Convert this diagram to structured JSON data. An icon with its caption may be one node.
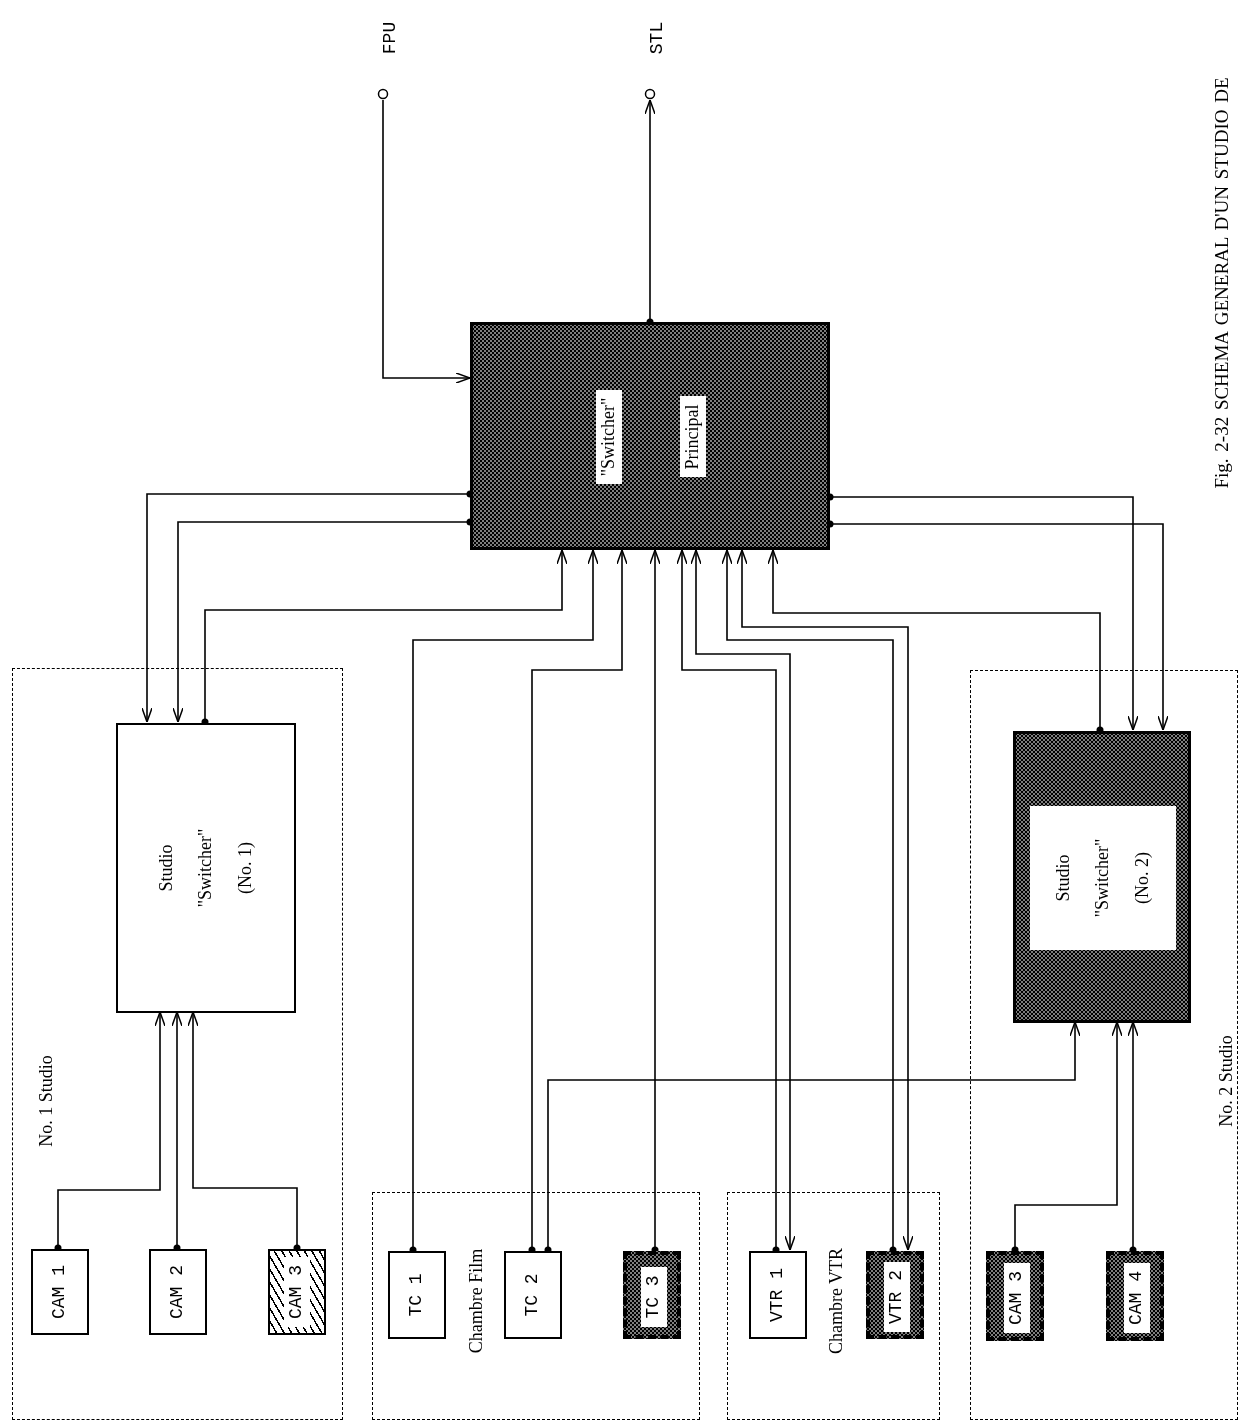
{
  "diagram": {
    "caption": "Fig. 2-32 SCHEMA GENERAL D'UN STUDIO DE",
    "nodes": [
      {
        "text": [
          "FPU"
        ]
      },
      {
        "text": [
          "STL"
        ]
      },
      {
        "text": [
          "\"Switcher\"",
          "Principal"
        ]
      },
      {
        "text": [
          "No. 1 Studio"
        ]
      },
      {
        "text": [
          "Studio \"Switcher\" (No. 1)"
        ],
        "in": 3
      },
      {
        "text": [
          "CAM 1"
        ],
        "in": 3
      },
      {
        "text": [
          "CAM 2"
        ],
        "in": 3
      },
      {
        "text": [
          "CAM 3"
        ],
        "in": 3
      },
      {
        "text": [
          "Chambre Film"
        ]
      },
      {
        "text": [
          "TC 1"
        ],
        "in": 8
      },
      {
        "text": [
          "TC 2"
        ],
        "in": 8
      },
      {
        "text": [
          "TC 3"
        ],
        "in": 8
      },
      {
        "text": [
          "Chambre VTR"
        ]
      },
      {
        "text": [
          "VTR 1"
        ],
        "in": 12
      },
      {
        "text": [
          "VTR 2"
        ],
        "in": 12
      },
      {
        "text": [
          "No. 2 Studio"
        ]
      },
      {
        "text": [
          "Studio \"Switcher\" (No. 2)"
        ],
        "in": 15
      },
      {
        "text": [
          "CAM 3"
        ],
        "in": 15
      },
      {
        "text": [
          "CAM 4"
        ],
        "in": 15
      }
    ],
    "edges": [
      {
        "from": 0,
        "to": 2,
        "arrow": "to"
      },
      {
        "from": 2,
        "to": 1,
        "arrow": "to"
      },
      {
        "from": 2,
        "to": 4,
        "arrow": "to"
      },
      {
        "from": 2,
        "to": 4,
        "arrow": "to"
      },
      {
        "from": 4,
        "to": 2,
        "arrow": "to"
      },
      {
        "from": 9,
        "to": 2,
        "arrow": "to"
      },
      {
        "from": 10,
        "to": 2,
        "arrow": "to"
      },
      {
        "from": 11,
        "to": 2,
        "arrow": "to"
      },
      {
        "from": 13,
        "to": 2,
        "arrow": "to"
      },
      {
        "from": 2,
        "to": 13,
        "arrow": "both"
      },
      {
        "from": 14,
        "to": 2,
        "arrow": "to"
      },
      {
        "from": 2,
        "to": 14,
        "arrow": "both"
      },
      {
        "from": 16,
        "to": 2,
        "arrow": "to"
      },
      {
        "from": 2,
        "to": 16,
        "arrow": "to"
      },
      {
        "from": 2,
        "to": 16,
        "arrow": "to"
      },
      {
        "from": 5,
        "to": 4,
        "arrow": "to"
      },
      {
        "from": 6,
        "to": 4,
        "arrow": "to"
      },
      {
        "from": 7,
        "to": 4,
        "arrow": "to"
      },
      {
        "from": 10,
        "to": 16,
        "arrow": "to"
      },
      {
        "from": 17,
        "to": 16,
        "arrow": "to"
      },
      {
        "from": 18,
        "to": 16,
        "arrow": "to"
      }
    ]
  }
}
